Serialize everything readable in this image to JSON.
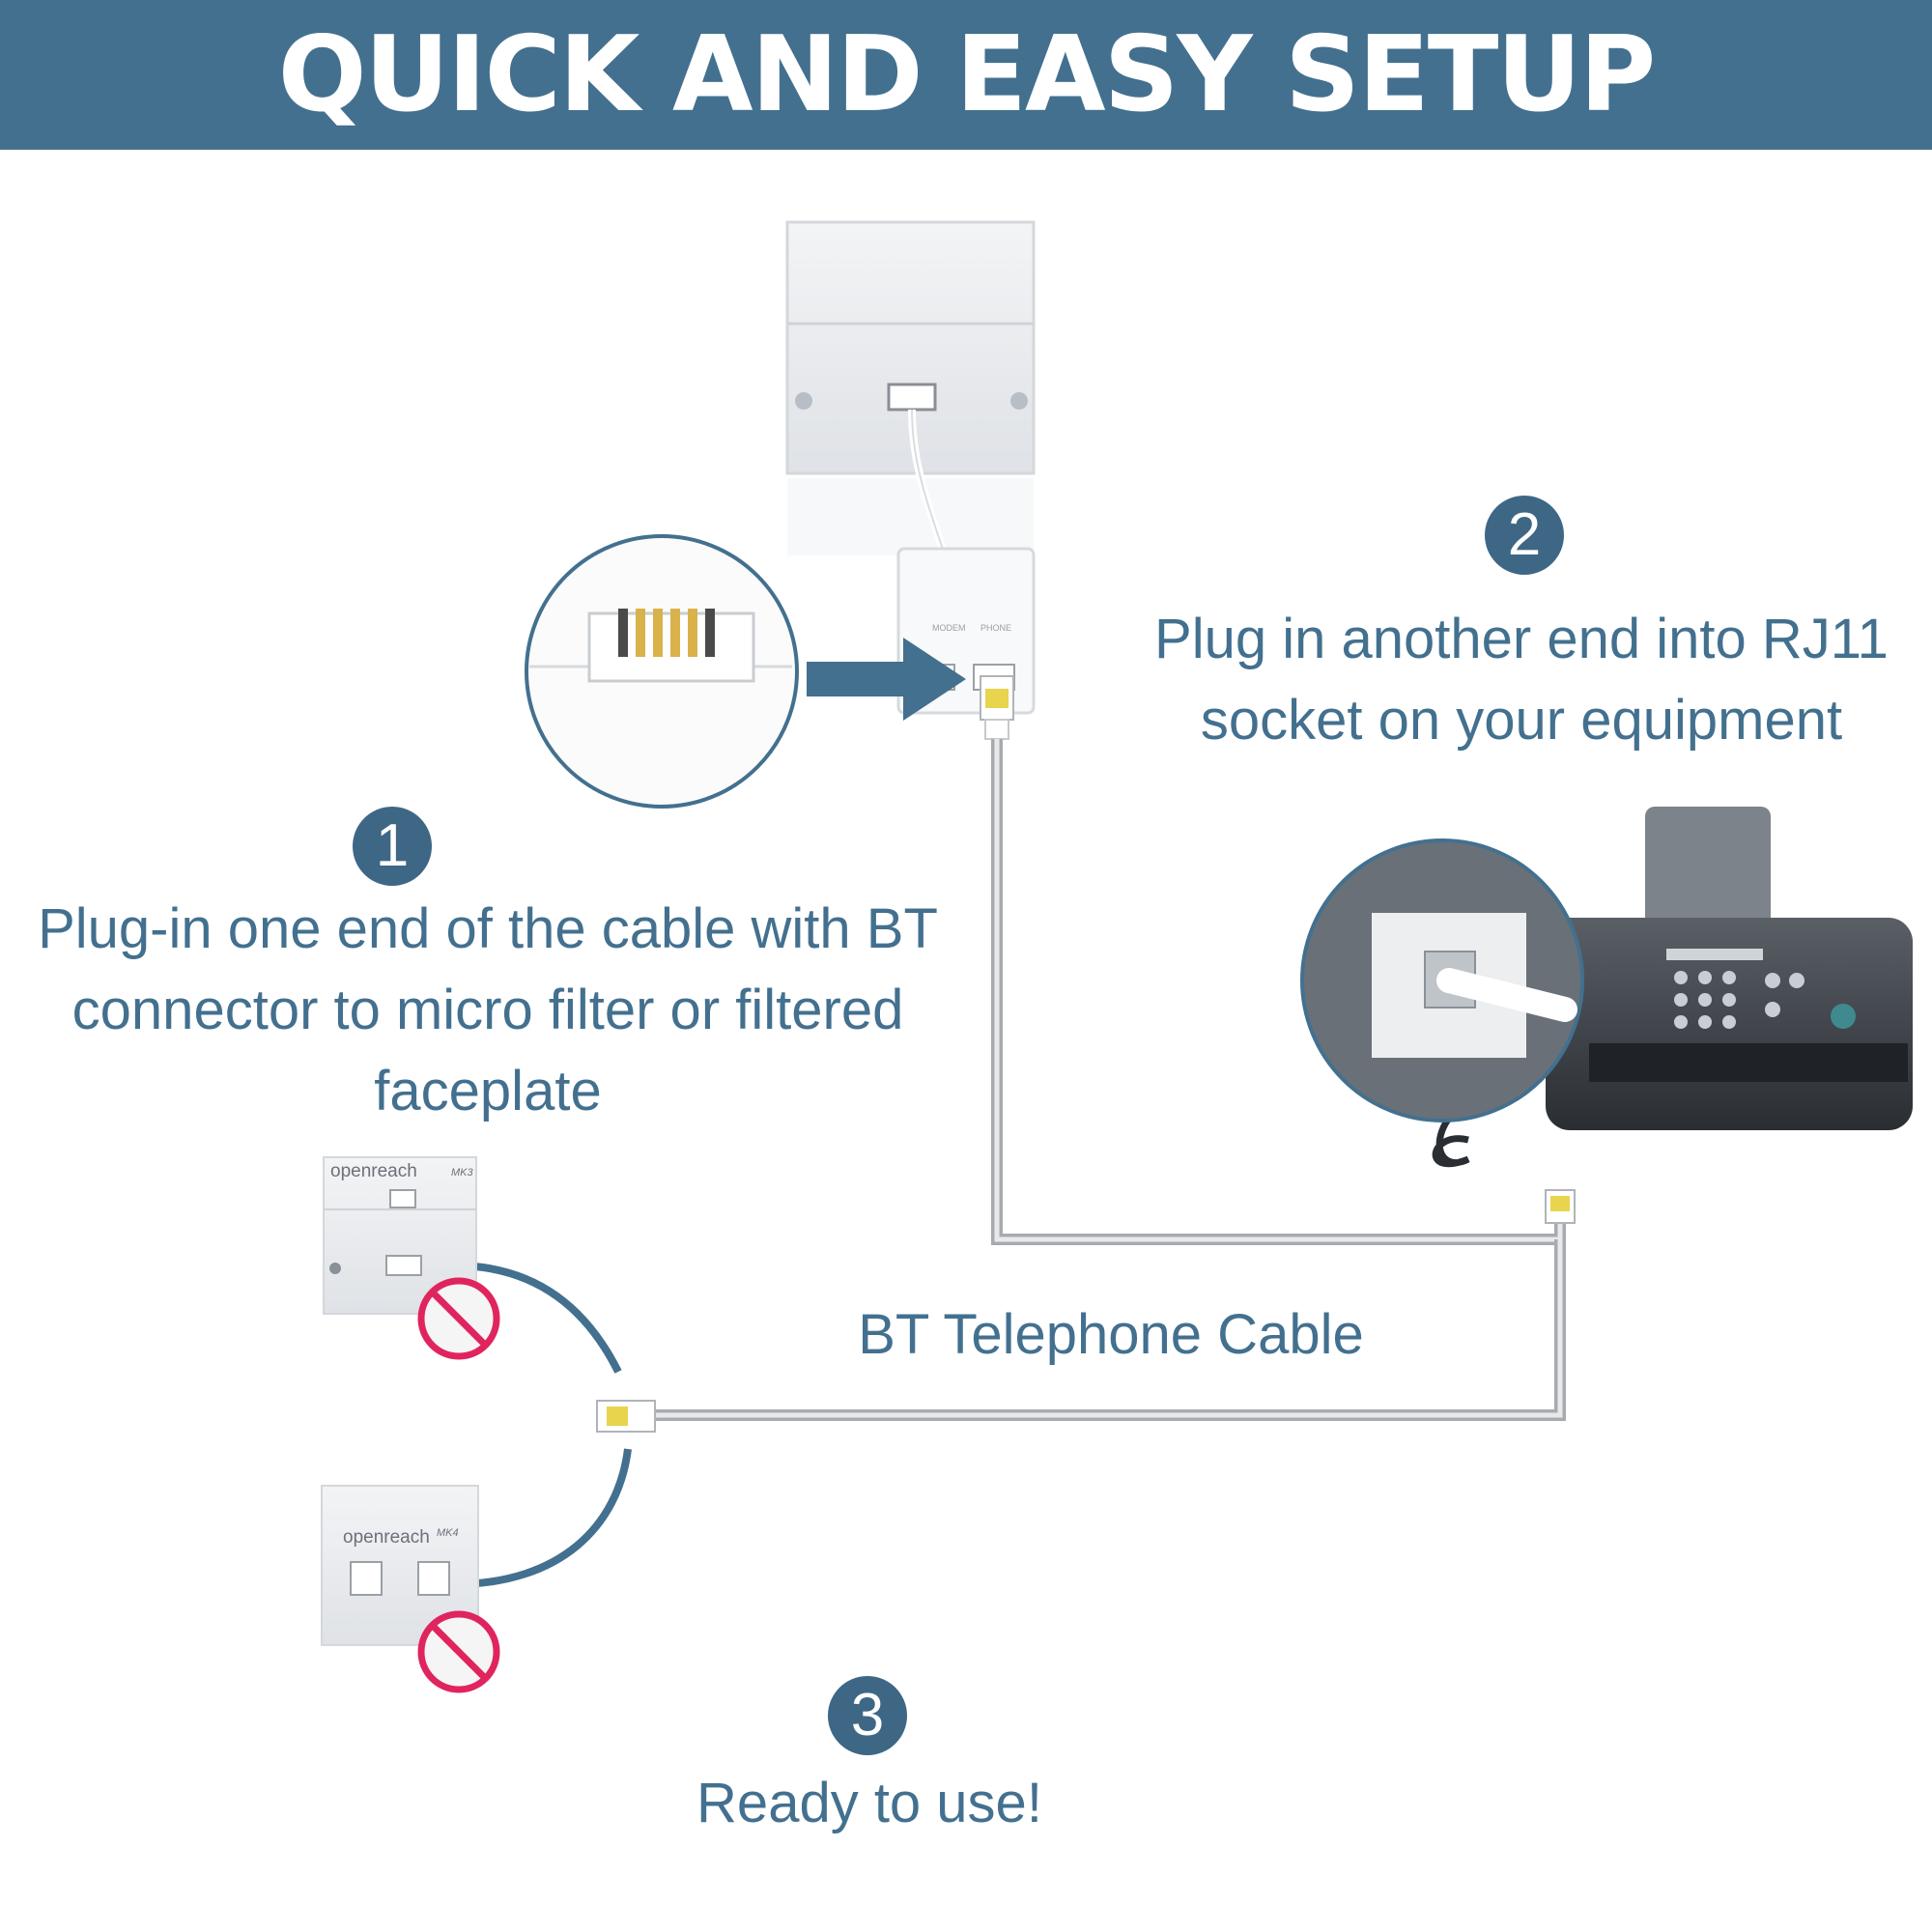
{
  "header": {
    "title": "QUICK AND EASY SETUP"
  },
  "steps": [
    {
      "number": "1",
      "text": "Plug-in one end of the cable with BT connector to micro filter or filtered faceplate"
    },
    {
      "number": "2",
      "text": "Plug in another end into RJ11 socket on your equipment"
    },
    {
      "number": "3",
      "text": "Ready to use!"
    }
  ],
  "cable": {
    "label": "BT Telephone Cable"
  },
  "faceplates": [
    {
      "brand": "openreach",
      "model": "MK3"
    },
    {
      "brand": "openreach",
      "model": "MK4"
    }
  ],
  "filter": {
    "port_left": "MODEM",
    "port_right": "PHONE"
  },
  "colors": {
    "banner": "#43708f",
    "accent": "#3e6786",
    "text": "#43708f",
    "prohibit": "#e0245e",
    "cable": "#b9bcbf"
  },
  "icons": [
    "rj11-plug-icon",
    "bt-plug-icon",
    "prohibited-icon",
    "arrow-right-icon",
    "curved-arrow-icon"
  ]
}
